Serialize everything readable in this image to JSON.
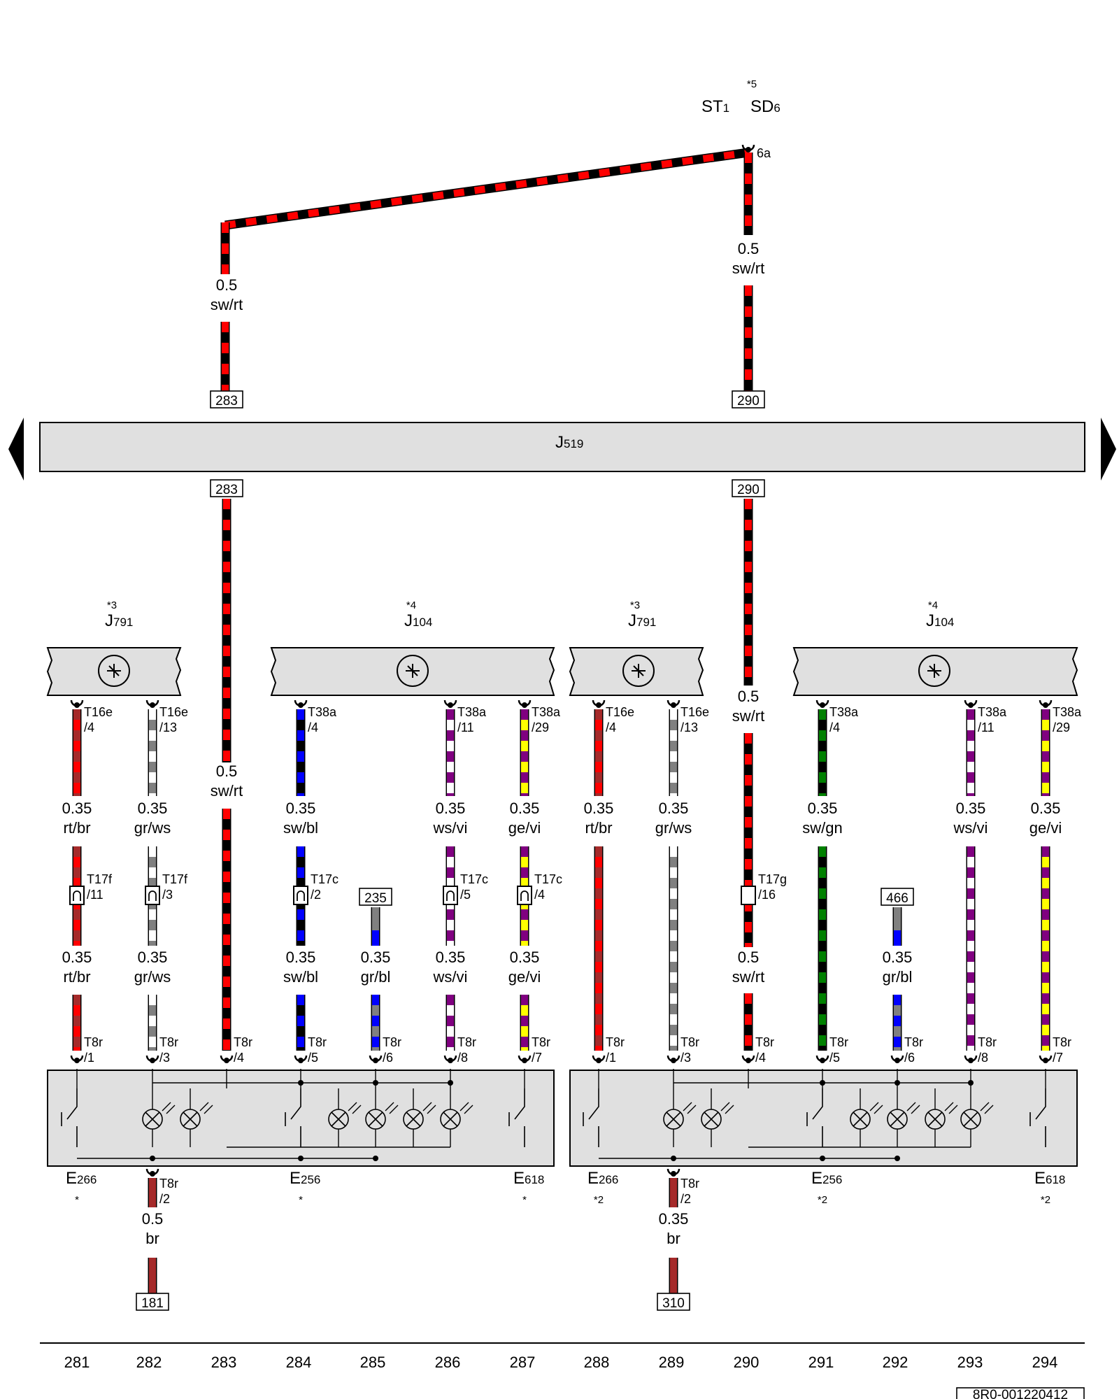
{
  "colors": {
    "sw": "#000000",
    "rt": "#ff0000",
    "br": "#a52a2a",
    "gr": "#808080",
    "ws": "#ffffff",
    "bl": "#0000ff",
    "vi": "#800080",
    "ge": "#ffff00",
    "gn": "#008000",
    "module_fill": "#e0e0e0"
  },
  "top": {
    "st_star": "*5",
    "st": "ST",
    "st_sub": "1",
    "sd": "SD",
    "sd_sub": "6",
    "sd_pin": "6a"
  },
  "j519": {
    "main": "J",
    "sub": "519"
  },
  "modules": [
    {
      "star": "*3",
      "main": "J",
      "sub": "791"
    },
    {
      "star": "*4",
      "main": "J",
      "sub": "104"
    },
    {
      "star": "*3",
      "main": "J",
      "sub": "791"
    },
    {
      "star": "*4",
      "main": "J",
      "sub": "104"
    }
  ],
  "refs": [
    "283",
    "290",
    "283",
    "290",
    "235",
    "466",
    "181",
    "310"
  ],
  "wire_labels": [
    {
      "size": "0.5",
      "color": "sw/rt"
    },
    {
      "size": "0.5",
      "color": "sw/rt"
    },
    {
      "size": "0.5",
      "color": "sw/rt"
    },
    {
      "size": "0.5",
      "color": "sw/rt"
    },
    {
      "size": "0.5",
      "color": "sw/rt"
    },
    {
      "size": "0.35",
      "color": "rt/br"
    },
    {
      "size": "0.35",
      "color": "gr/ws"
    },
    {
      "size": "0.35",
      "color": "sw/bl"
    },
    {
      "size": "0.35",
      "color": "ws/vi"
    },
    {
      "size": "0.35",
      "color": "ge/vi"
    },
    {
      "size": "0.35",
      "color": "rt/br"
    },
    {
      "size": "0.35",
      "color": "gr/ws"
    },
    {
      "size": "0.35",
      "color": "sw/gn"
    },
    {
      "size": "0.35",
      "color": "ws/vi"
    },
    {
      "size": "0.35",
      "color": "ge/vi"
    },
    {
      "size": "0.35",
      "color": "rt/br"
    },
    {
      "size": "0.35",
      "color": "gr/ws"
    },
    {
      "size": "0.35",
      "color": "sw/bl"
    },
    {
      "size": "0.35",
      "color": "gr/bl"
    },
    {
      "size": "0.35",
      "color": "ws/vi"
    },
    {
      "size": "0.35",
      "color": "ge/vi"
    },
    {
      "size": "0.35",
      "color": "gr/bl"
    },
    {
      "size": "0.5",
      "color": "br"
    },
    {
      "size": "0.35",
      "color": "br"
    }
  ],
  "pins": [
    {
      "main": "T16e",
      "sub": "/4"
    },
    {
      "main": "T16e",
      "sub": "/13"
    },
    {
      "main": "T38a",
      "sub": "/4"
    },
    {
      "main": "T38a",
      "sub": "/11"
    },
    {
      "main": "T38a",
      "sub": "/29"
    },
    {
      "main": "T16e",
      "sub": "/4"
    },
    {
      "main": "T16e",
      "sub": "/13"
    },
    {
      "main": "T38a",
      "sub": "/4"
    },
    {
      "main": "T38a",
      "sub": "/11"
    },
    {
      "main": "T38a",
      "sub": "/29"
    },
    {
      "main": "T17f",
      "sub": "/11"
    },
    {
      "main": "T17f",
      "sub": "/3"
    },
    {
      "main": "T17c",
      "sub": "/2"
    },
    {
      "main": "T17c",
      "sub": "/5"
    },
    {
      "main": "T17c",
      "sub": "/4"
    },
    {
      "main": "T17g",
      "sub": "/16"
    },
    {
      "main": "T8r",
      "sub": "/1"
    },
    {
      "main": "T8r",
      "sub": "/3"
    },
    {
      "main": "T8r",
      "sub": "/4"
    },
    {
      "main": "T8r",
      "sub": "/5"
    },
    {
      "main": "T8r",
      "sub": "/6"
    },
    {
      "main": "T8r",
      "sub": "/8"
    },
    {
      "main": "T8r",
      "sub": "/7"
    },
    {
      "main": "T8r",
      "sub": "/1"
    },
    {
      "main": "T8r",
      "sub": "/3"
    },
    {
      "main": "T8r",
      "sub": "/4"
    },
    {
      "main": "T8r",
      "sub": "/5"
    },
    {
      "main": "T8r",
      "sub": "/6"
    },
    {
      "main": "T8r",
      "sub": "/8"
    },
    {
      "main": "T8r",
      "sub": "/7"
    },
    {
      "main": "T8r",
      "sub": "/2"
    },
    {
      "main": "T8r",
      "sub": "/2"
    }
  ],
  "components": [
    {
      "main": "E",
      "sub": "266",
      "star": "*"
    },
    {
      "main": "E",
      "sub": "256",
      "star": "*"
    },
    {
      "main": "E",
      "sub": "618",
      "star": "*"
    },
    {
      "main": "E",
      "sub": "266",
      "star": "*2"
    },
    {
      "main": "E",
      "sub": "256",
      "star": "*2"
    },
    {
      "main": "E",
      "sub": "618",
      "star": "*2"
    }
  ],
  "columns": [
    "281",
    "282",
    "283",
    "284",
    "285",
    "286",
    "287",
    "288",
    "289",
    "290",
    "291",
    "292",
    "293",
    "294"
  ],
  "doc_id": "8R0-001220412"
}
